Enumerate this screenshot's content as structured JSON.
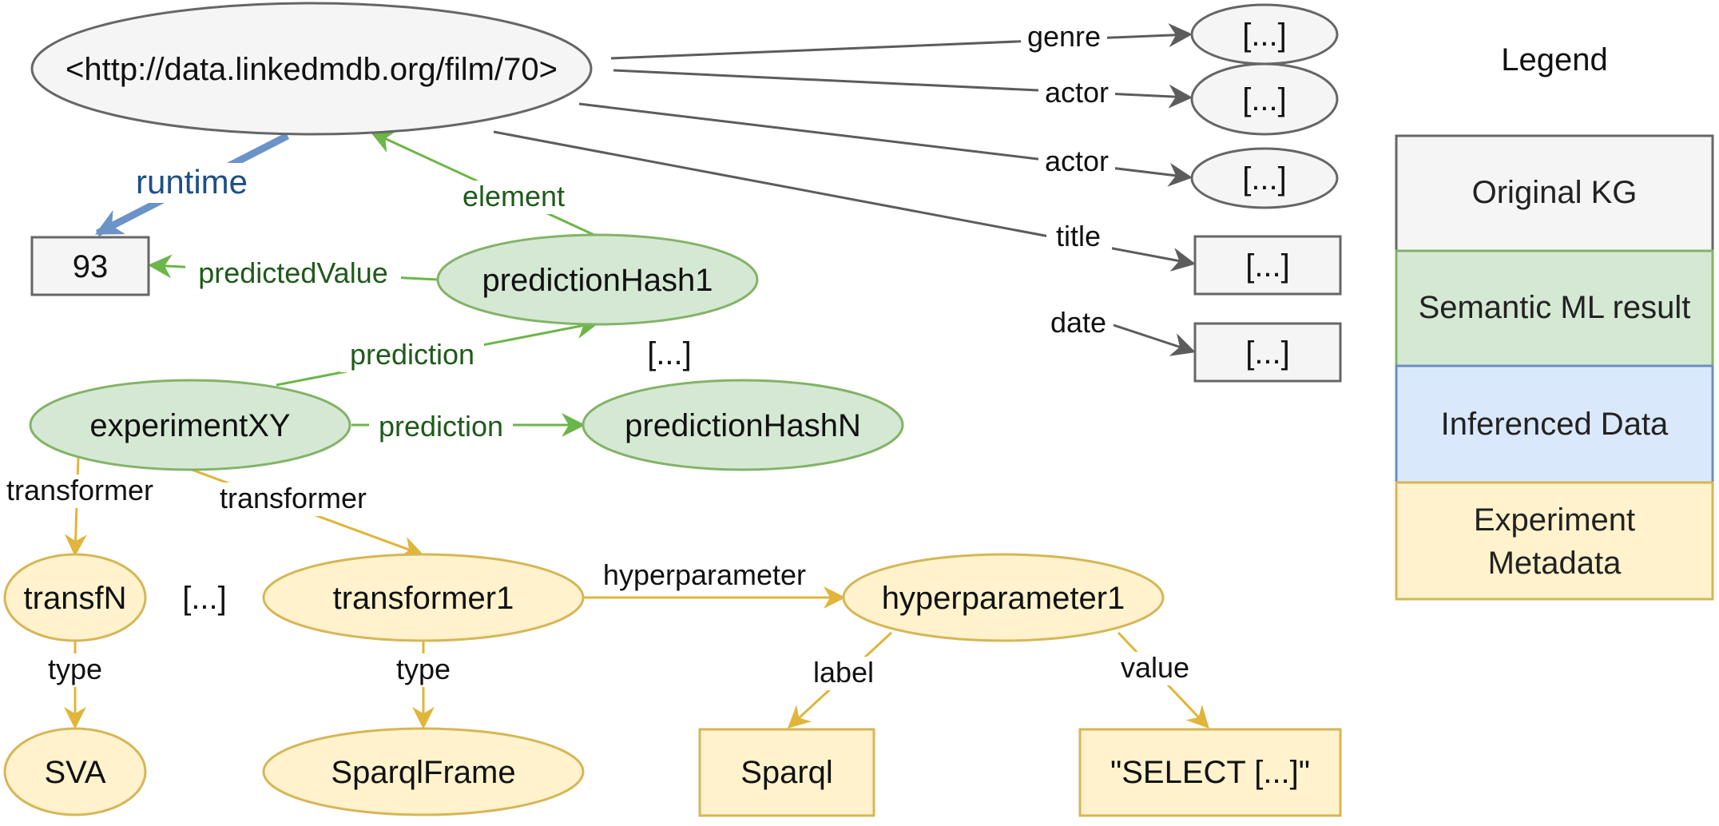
{
  "nodes": {
    "film": "<http://data.linkedmdb.org/film/70>",
    "genre_val": "[...]",
    "actor1_val": "[...]",
    "actor2_val": "[...]",
    "title_val": "[...]",
    "date_val": "[...]",
    "runtime_val": "93",
    "predictionHash1": "predictionHash1",
    "predictionHashN": "predictionHashN",
    "predictions_more": "[...]",
    "experimentXY": "experimentXY",
    "transfN": "transfN",
    "transformers_more": "[...]",
    "transformer1": "transformer1",
    "hyperparameter1": "hyperparameter1",
    "SVA": "SVA",
    "SparqlFrame": "SparqlFrame",
    "Sparql": "Sparql",
    "select": "\"SELECT [...]\""
  },
  "edges": {
    "genre": "genre",
    "actor1": "actor",
    "actor2": "actor",
    "title": "title",
    "date": "date",
    "runtime": "runtime",
    "element": "element",
    "predictedValue": "predictedValue",
    "prediction1": "prediction",
    "predictionN": "prediction",
    "transformer_left": "transformer",
    "transformer_right": "transformer",
    "hyperparameter": "hyperparameter",
    "type_left": "type",
    "type_right": "type",
    "label": "label",
    "value": "value"
  },
  "legend": {
    "title": "Legend",
    "items": [
      {
        "label": "Original KG",
        "color": "#f5f5f5"
      },
      {
        "label": "Semantic ML result",
        "color": "#d5e8d4"
      },
      {
        "label": "Inferenced Data",
        "color": "#dae8fc"
      },
      {
        "label": "Experiment",
        "label2": "Metadata",
        "color": "#fff2cc"
      }
    ]
  },
  "colors": {
    "grey_fill": "#f5f5f5",
    "grey_stroke": "#666666",
    "green_fill": "#d5e8d4",
    "green_stroke": "#82b366",
    "blue_fill": "#dae8fc",
    "blue_stroke": "#6c8ebf",
    "yellow_fill": "#fff2cc",
    "yellow_stroke": "#d6b656",
    "green_edge": "#6cb548",
    "yellow_edge": "#e0b53a",
    "blue_edge": "#6a93c7",
    "grey_edge": "#5c5c5c"
  }
}
